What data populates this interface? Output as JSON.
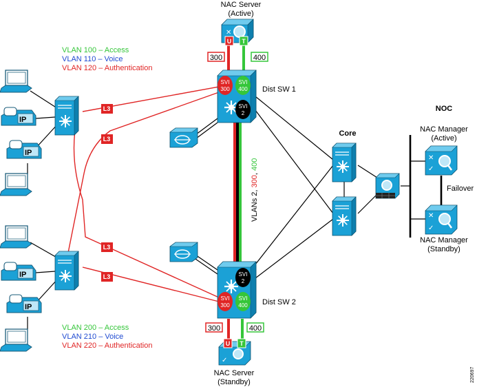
{
  "vlan_top": {
    "access": "VLAN 100 – Access",
    "voice": "VLAN 110 – Voice",
    "auth": "VLAN 120 – Authentication"
  },
  "vlan_bottom": {
    "access": "VLAN 200 – Access",
    "voice": "VLAN 210 – Voice",
    "auth": "VLAN 220 – Authentication"
  },
  "nac_server_top": {
    "name": "NAC Server",
    "state": "(Active)"
  },
  "nac_server_bottom": {
    "name": "NAC Server",
    "state": "(Standby)"
  },
  "dist_sw1": "Dist SW 1",
  "dist_sw2": "Dist SW 2",
  "core": "Core",
  "noc": "NOC",
  "nac_mgr_active": {
    "name": "NAC Manager",
    "state": "(Active)"
  },
  "nac_mgr_standby": {
    "name": "NAC Manager",
    "state": "(Standby)"
  },
  "failover": "Failover",
  "vlans_trunk": {
    "prefix": "VLANs 2, ",
    "v300": "300",
    "sep": ", ",
    "v400": "400"
  },
  "port_untrusted": "U",
  "port_trusted": "T",
  "vlan_300": "300",
  "vlan_400": "400",
  "l3": "L3",
  "svi": {
    "label": "SVI",
    "v300": "300",
    "v400": "400",
    "v2": "2"
  },
  "ip_label": "IP",
  "figure_id": "220697",
  "colors": {
    "device": "#1ba1d6",
    "access": "#35c63a",
    "voice": "#1f4ad1",
    "auth": "#e02525"
  }
}
